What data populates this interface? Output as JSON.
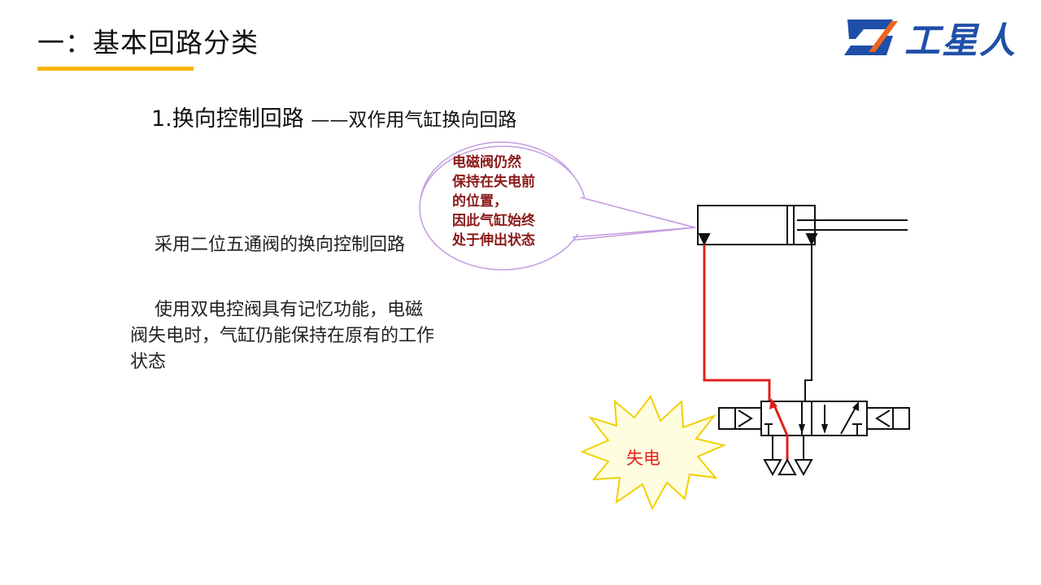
{
  "header": {
    "title": "一：基本回路分类",
    "accent_color": "#f5b400"
  },
  "logo": {
    "text": "工星人",
    "mark_icon": "gongxingren-logo-mark",
    "colors": [
      "#1f4fa8",
      "#f0641e"
    ]
  },
  "section": {
    "heading": "1.换向控制回路",
    "subheading": "——双作用气缸换向回路"
  },
  "body": {
    "para1": "采用二位五通阀的换向控制回路",
    "para2": "使用双电控阀具有记忆功能，电磁阀失电时，气缸仍能保持在原有的工作状态"
  },
  "callout": {
    "lines": [
      "电磁阀仍然",
      "保持在失电前",
      "的位置，",
      "因此气缸始终",
      "处于伸出状态"
    ],
    "text_color": "#8b1a1a",
    "border_color": "#c39be0"
  },
  "burst": {
    "label": "失电",
    "label_color": "#e0201a",
    "fill_color": "#fffde0",
    "stroke_color": "#f0d000"
  },
  "circuit": {
    "active_line_color": "#e0201a",
    "line_color": "#111111"
  }
}
